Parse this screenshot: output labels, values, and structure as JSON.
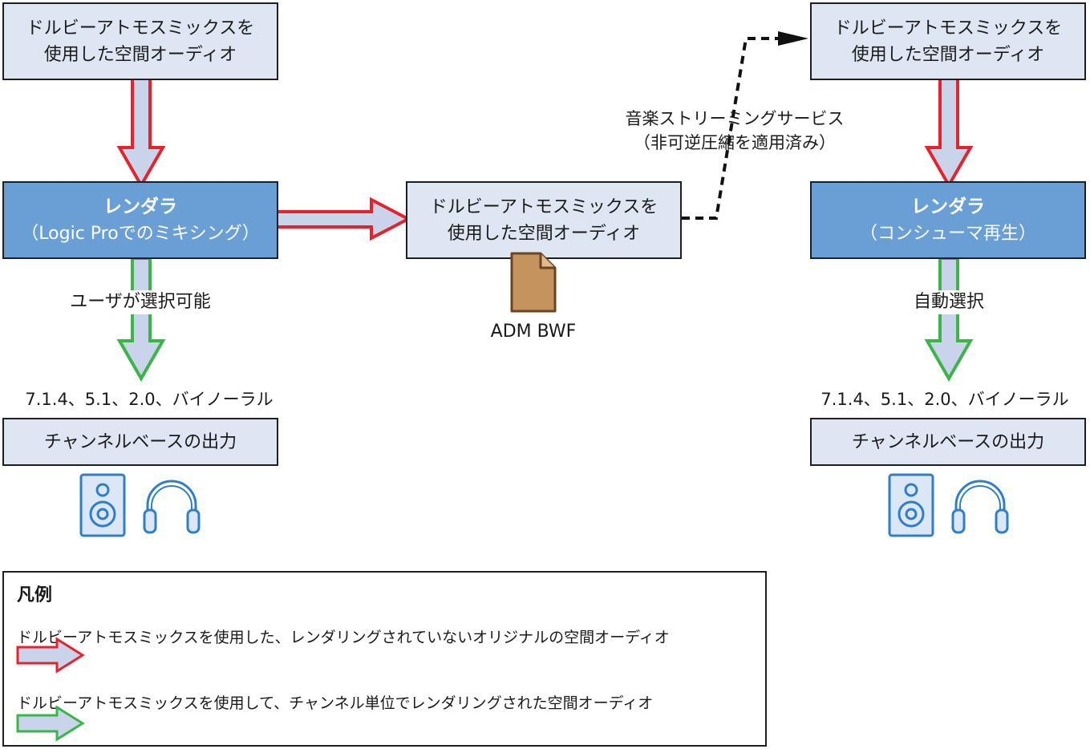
{
  "boxes": {
    "source_left": "ドルビーアトモスミックスを\n使用した空間オーディオ",
    "renderer_left_title": "レンダラ",
    "renderer_left_sub": "（Logic Proでのミキシング）",
    "source_middle": "ドルビーアトモスミックスを\n使用した空間オーディオ",
    "source_right": "ドルビーアトモスミックスを\n使用した空間オーディオ",
    "renderer_right_title": "レンダラ",
    "renderer_right_sub": "（コンシューマ再生）",
    "output_left": "チャンネルベースの出力",
    "output_right": "チャンネルベースの出力"
  },
  "labels": {
    "user_select": "ユーザが選択可能",
    "auto_select": "自動選択",
    "formats_left": "7.1.4、5.1、2.0、バイノーラル",
    "formats_right": "7.1.4、5.1、2.0、バイノーラル",
    "file_format": "ADM BWF",
    "streaming_line1": "音楽ストリーミングサービス",
    "streaming_line2": "（非可逆圧縮を適用済み）"
  },
  "icons": {
    "file": "document-icon",
    "speaker": "speaker-icon",
    "headphones": "headphones-icon"
  },
  "legend": {
    "title": "凡例",
    "item_red": "ドルビーアトモスミックスを使用した、レンダリングされていないオリジナルの空間オーディオ",
    "item_green": "ドルビーアトモスミックスを使用して、チャンネル単位でレンダリングされた空間オーディオ"
  },
  "colors": {
    "red_arrow": "#e5232e",
    "green_arrow": "#3bb54a",
    "arrow_fill": "#c9d4ea",
    "renderer_fill": "#6a9fd6",
    "box_fill": "#dfe6f3",
    "icon_blue": "#2f7fc8",
    "file_brown": "#c4935e"
  }
}
